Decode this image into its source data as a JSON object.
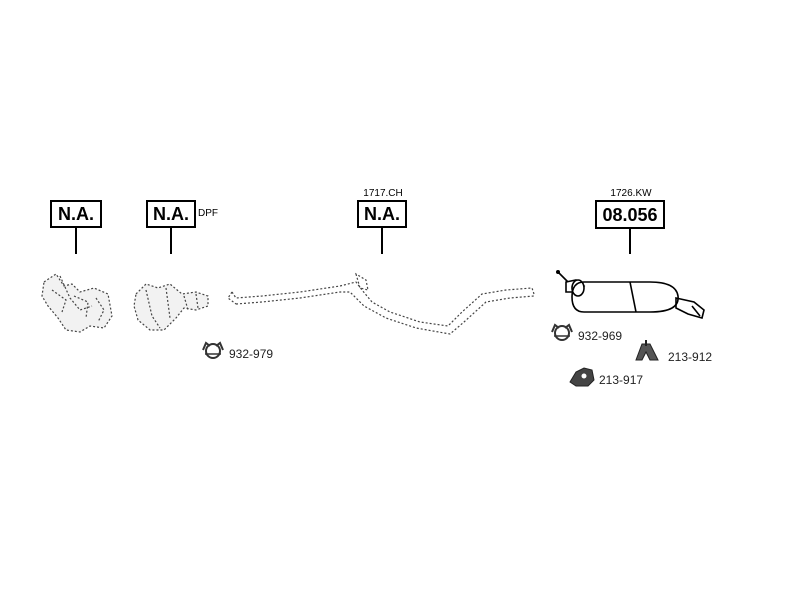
{
  "callouts": [
    {
      "label": "N.A.",
      "note": "",
      "top_note": ""
    },
    {
      "label": "N.A.",
      "note": "DPF",
      "top_note": ""
    },
    {
      "label": "N.A.",
      "note": "",
      "top_note": "1717.CH"
    },
    {
      "label": "08.056",
      "note": "",
      "top_note": "1726.KW"
    }
  ],
  "accessories": [
    {
      "code": "932-979",
      "icon": "clamp-icon"
    },
    {
      "code": "932-969",
      "icon": "clamp-icon"
    },
    {
      "code": "213-912",
      "icon": "rubber-hanger-icon"
    },
    {
      "code": "213-917",
      "icon": "mounting-bracket-icon"
    }
  ]
}
